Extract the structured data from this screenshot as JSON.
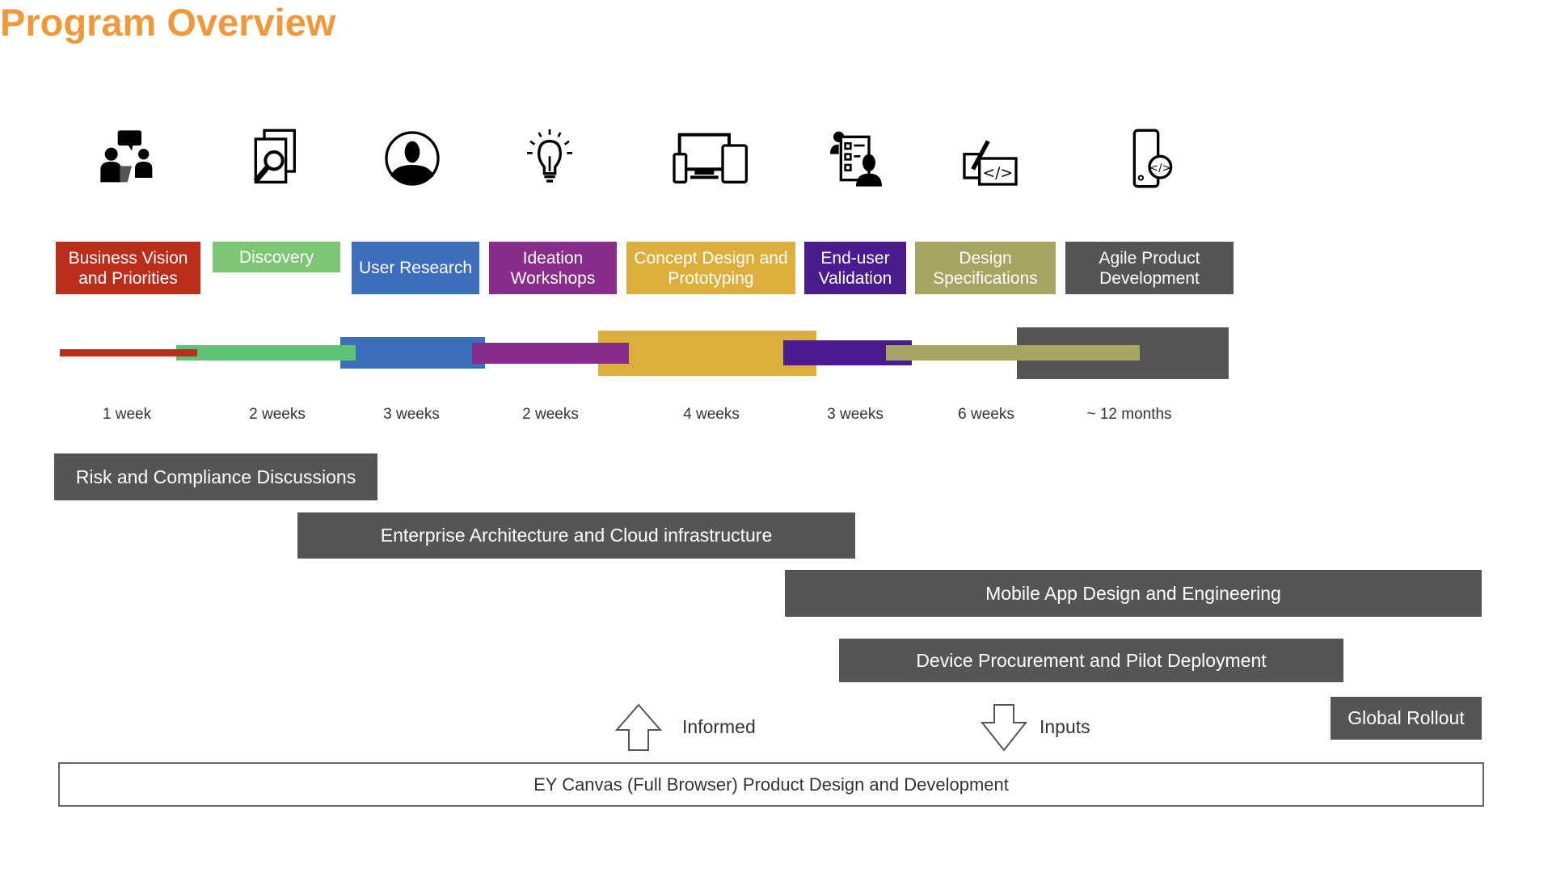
{
  "title": "Program Overview",
  "colors": {
    "title": "#F0993A",
    "track": "#555555"
  },
  "phases": [
    {
      "label": "Business Vision and Priorities",
      "duration": "1 week",
      "color": "#BC2E1C",
      "icon": "stakeholders-discussion-icon"
    },
    {
      "label": "Discovery",
      "duration": "2 weeks",
      "color": "#7DC676",
      "bar_color": "#5CC377",
      "icon": "document-search-icon"
    },
    {
      "label": "User Research",
      "duration": "3 weeks",
      "color": "#3D6EBB",
      "icon": "user-profile-icon"
    },
    {
      "label": "Ideation Workshops",
      "duration": "2 weeks",
      "color": "#8A2C89",
      "icon": "lightbulb-icon"
    },
    {
      "label": "Concept Design and Prototyping",
      "duration": "4 weeks",
      "color": "#DCAE3C",
      "icon": "multi-device-icon"
    },
    {
      "label": "End-user Validation",
      "duration": "3 weeks",
      "color": "#4B1C8D",
      "icon": "checklist-user-icon"
    },
    {
      "label": "Design Specifications",
      "duration": "6 weeks",
      "color": "#A8A462",
      "icon": "design-code-icon"
    },
    {
      "label": "Agile Product Development",
      "duration": "~ 12 months",
      "color": "#555555",
      "icon": "mobile-code-icon"
    }
  ],
  "tracks": [
    {
      "label": "Risk and Compliance Discussions"
    },
    {
      "label": "Enterprise Architecture and Cloud infrastructure"
    },
    {
      "label": "Mobile App Design and Engineering"
    },
    {
      "label": "Device Procurement and Pilot Deployment"
    },
    {
      "label": "Global Rollout"
    }
  ],
  "flows": {
    "informed": "Informed",
    "inputs": "Inputs"
  },
  "platform": "EY Canvas (Full Browser) Product Design and Development"
}
